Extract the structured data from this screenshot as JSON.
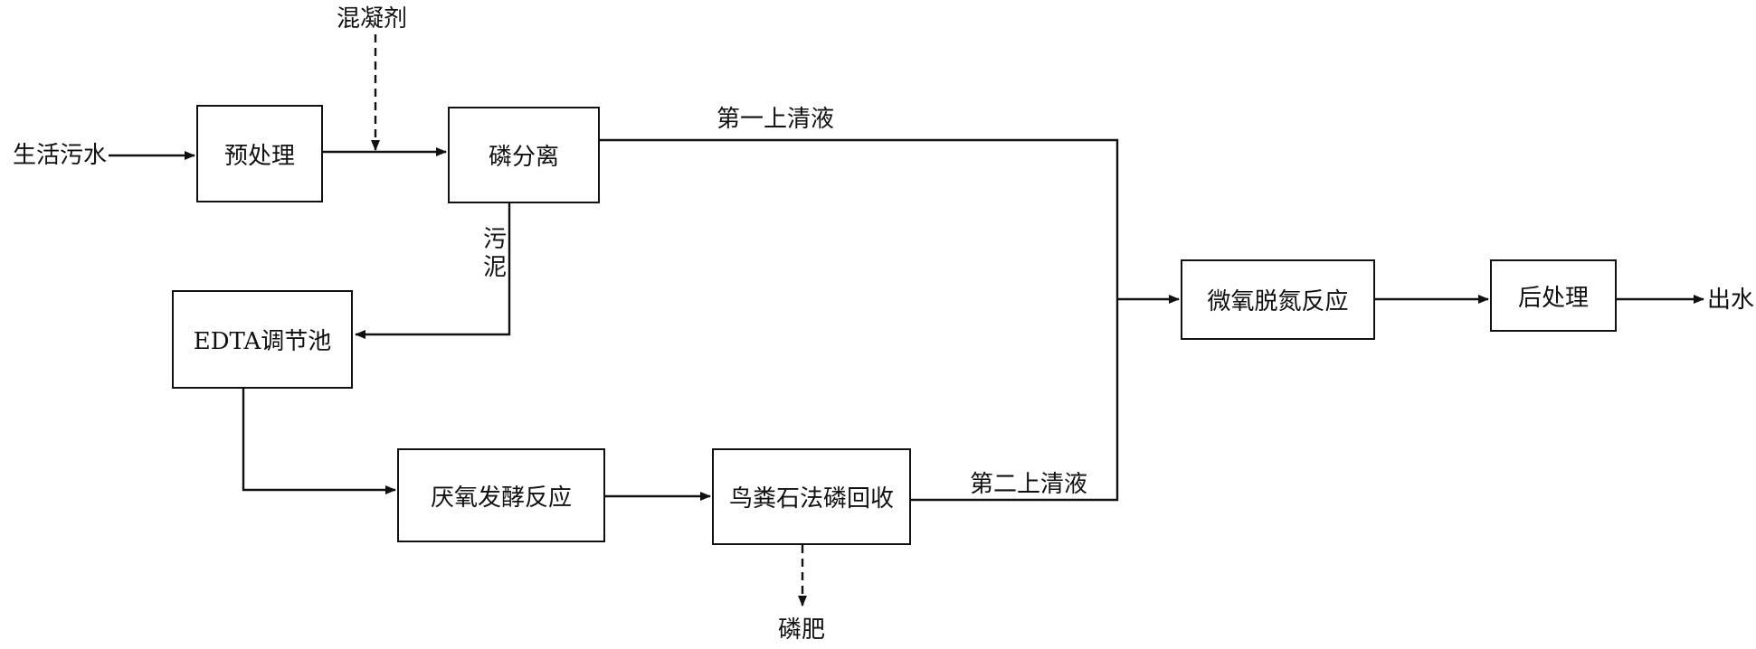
{
  "nodes": {
    "pretreatment": "预处理",
    "phosphorus_separation": "磷分离",
    "edta_tank": "EDTA调节池",
    "anaerobic_fermentation": "厌氧发酵反应",
    "struvite_recovery": "鸟粪石法磷回收",
    "micro_oxygen_denitrification": "微氧脱氮反应",
    "post_treatment": "后处理"
  },
  "labels": {
    "domestic_sewage": "生活污水",
    "coagulant": "混凝剂",
    "first_supernatant": "第一上清液",
    "sludge": "污泥",
    "second_supernatant": "第二上清液",
    "phosphate_fertilizer": "磷肥",
    "effluent": "出水"
  }
}
